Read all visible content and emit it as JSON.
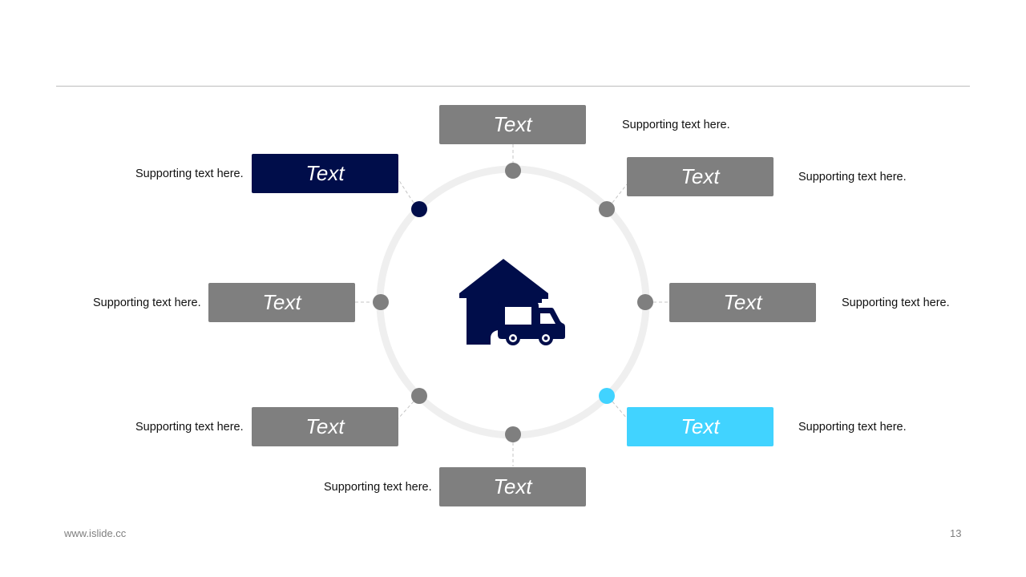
{
  "colors": {
    "gray": "#7f7f7f",
    "navy": "#000d4a",
    "cyan": "#41d3ff",
    "ring": "#efefef"
  },
  "center_icon": "warehouse-truck-icon",
  "items": [
    {
      "label": "Text",
      "support": "Supporting text here.",
      "color": "#7f7f7f"
    },
    {
      "label": "Text",
      "support": "Supporting text here.",
      "color": "#7f7f7f"
    },
    {
      "label": "Text",
      "support": "Supporting text here.",
      "color": "#7f7f7f"
    },
    {
      "label": "Text",
      "support": "Supporting text here.",
      "color": "#41d3ff"
    },
    {
      "label": "Text",
      "support": "Supporting text here.",
      "color": "#7f7f7f"
    },
    {
      "label": "Text",
      "support": "Supporting text here.",
      "color": "#7f7f7f"
    },
    {
      "label": "Text",
      "support": "Supporting text here.",
      "color": "#7f7f7f"
    },
    {
      "label": "Text",
      "support": "Supporting text here.",
      "color": "#000d4a"
    }
  ],
  "footer": {
    "website": "www.islide.cc",
    "page_number": "13"
  }
}
